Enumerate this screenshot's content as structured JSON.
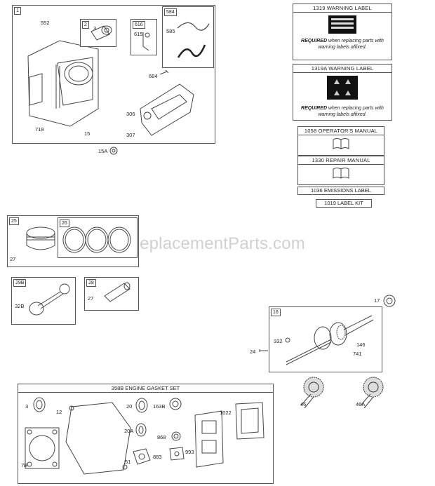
{
  "watermark": "eReplacementParts.com",
  "parts": {
    "p1": "1",
    "p552": "552",
    "p2": "2",
    "p3": "3",
    "p616": "616",
    "p615": "615",
    "p584": "584",
    "p585": "585",
    "p684": "684",
    "p306": "306",
    "p307": "307",
    "p718": "718",
    "p15": "15",
    "p15A": "15A",
    "p25": "25",
    "p26": "26",
    "p27a": "27",
    "p29B": "29B",
    "p32B": "32B",
    "p28": "28",
    "p27b": "27",
    "p16": "16",
    "p17": "17",
    "p332": "332",
    "p146": "146",
    "p741": "741",
    "p24": "24",
    "p3b": "3",
    "p12": "12",
    "p20": "20",
    "p163B": "163B",
    "p1022": "1022",
    "p7B": "7B",
    "p20A": "20A",
    "p868": "868",
    "p51": "51",
    "p883": "883",
    "p993": "993",
    "p46": "46",
    "p46A": "46A"
  },
  "labels": {
    "warning1_title": "1319 WARNING LABEL",
    "warning1_req": "REQUIRED",
    "warning1_note": "when replacing parts with warning labels affixed.",
    "warning2_title": "1319A WARNING LABEL",
    "warning2_req": "REQUIRED",
    "warning2_note": "when replacing parts with warning labels affixed.",
    "operators_manual": "1058 OPERATOR'S MANUAL",
    "repair_manual": "1330 REPAIR MANUAL",
    "emissions_label": "1036 EMISSIONS LABEL",
    "label_kit": "1019 LABEL KIT",
    "gasket_set": "358B ENGINE GASKET SET"
  }
}
